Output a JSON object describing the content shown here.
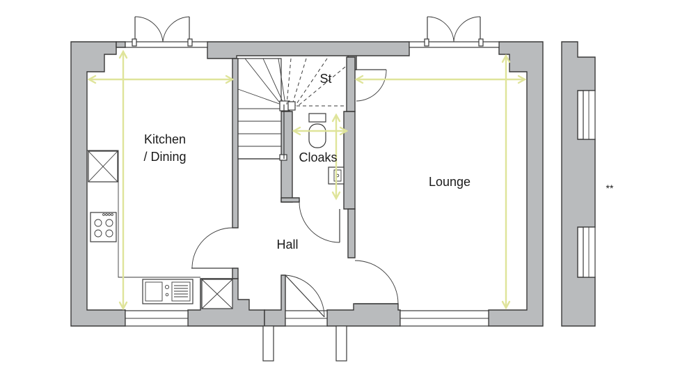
{
  "rooms": {
    "kitchen_line1": "Kitchen",
    "kitchen_line2": "/ Dining",
    "store": "St",
    "cloaks": "Cloaks",
    "lounge": "Lounge",
    "hall": "Hall"
  },
  "note": "**",
  "colors": {
    "wall_fill": "#b9bbbd",
    "wall_stroke": "#3a3a3a",
    "dimension": "#dfe49a"
  }
}
